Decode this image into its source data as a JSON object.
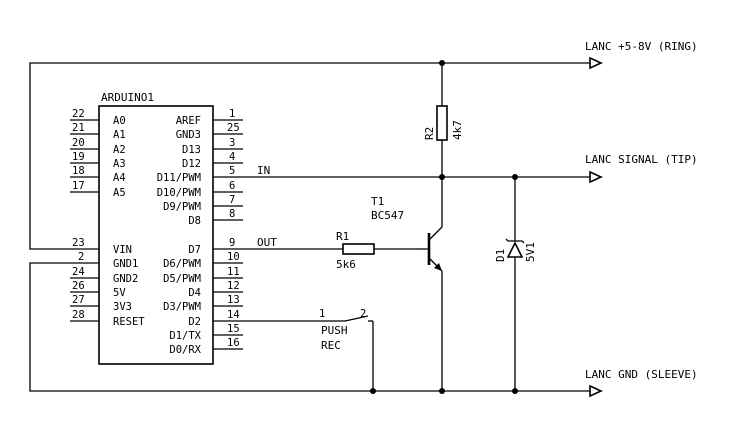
{
  "arduino": {
    "name": "ARDUINO1",
    "left_pins": [
      {
        "num": "22",
        "label": "A0"
      },
      {
        "num": "21",
        "label": "A1"
      },
      {
        "num": "20",
        "label": "A2"
      },
      {
        "num": "19",
        "label": "A3"
      },
      {
        "num": "18",
        "label": "A4"
      },
      {
        "num": "17",
        "label": "A5"
      },
      {
        "num": "23",
        "label": "VIN"
      },
      {
        "num": "2",
        "label": "GND1"
      },
      {
        "num": "24",
        "label": "GND2"
      },
      {
        "num": "26",
        "label": "5V"
      },
      {
        "num": "27",
        "label": "3V3"
      },
      {
        "num": "28",
        "label": "RESET"
      }
    ],
    "right_pins": [
      {
        "num": "1",
        "label": "AREF"
      },
      {
        "num": "25",
        "label": "GND3"
      },
      {
        "num": "3",
        "label": "D13"
      },
      {
        "num": "4",
        "label": "D12"
      },
      {
        "num": "5",
        "label": "D11/PWM"
      },
      {
        "num": "6",
        "label": "D10/PWM"
      },
      {
        "num": "7",
        "label": "D9/PWM"
      },
      {
        "num": "8",
        "label": "D8"
      },
      {
        "num": "9",
        "label": "D7"
      },
      {
        "num": "10",
        "label": "D6/PWM"
      },
      {
        "num": "11",
        "label": "D5/PWM"
      },
      {
        "num": "12",
        "label": "D4"
      },
      {
        "num": "13",
        "label": "D3/PWM"
      },
      {
        "num": "14",
        "label": "D2"
      },
      {
        "num": "15",
        "label": "D1/TX"
      },
      {
        "num": "16",
        "label": "D0/RX"
      }
    ]
  },
  "nets": {
    "in_label": "IN",
    "out_label": "OUT"
  },
  "components": {
    "r1": {
      "ref": "R1",
      "value": "5k6"
    },
    "r2": {
      "ref": "R2",
      "value": "4k7"
    },
    "t1": {
      "ref": "T1",
      "value": "BC547"
    },
    "d1": {
      "ref": "D1",
      "value": "5V1"
    },
    "switch": {
      "line1": "PUSH",
      "line2": "REC",
      "pin1": "1",
      "pin2": "2"
    }
  },
  "ports": {
    "ring": "LANC +5-8V (RING)",
    "tip": "LANC SIGNAL (TIP)",
    "sleeve": "LANC GND (SLEEVE)"
  }
}
